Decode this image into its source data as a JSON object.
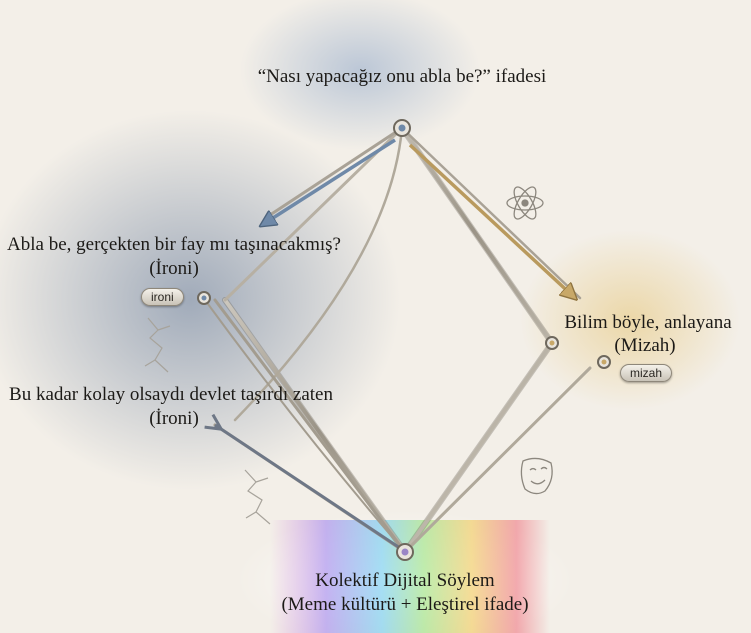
{
  "nodes": {
    "top": {
      "label": "“Nası yapacağız onu abla be?” ifadesi"
    },
    "left_upper": {
      "label": "Abla be, gerçekten bir fay mı taşınacakmış?",
      "sub": "(İroni)"
    },
    "left_lower": {
      "label": "Bu kadar kolay olsaydı devlet taşırdı zaten",
      "sub": "(İroni)"
    },
    "right": {
      "label": "Bilim böyle, anlayana",
      "sub": "(Mizah)"
    },
    "bottom": {
      "label": "Kolektif Dijital Söylem",
      "sub": "(Meme kültürü + Eleştirel ifade)"
    }
  },
  "tags": {
    "left": "ironi",
    "right": "mizah"
  },
  "icons": [
    "atom-icon",
    "face-icon",
    "crack-icon"
  ],
  "colors": {
    "background": "#f3efe8",
    "metal": "#a9a296",
    "arrow_blue": "#6f89a8",
    "arrow_gold": "#b99a5e",
    "glow_blue": "#8ea6c8",
    "glow_gold": "#e9cf92"
  }
}
